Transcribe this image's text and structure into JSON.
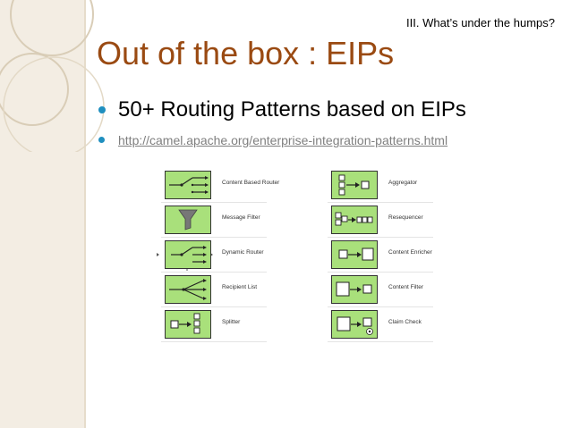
{
  "header": {
    "section": "III. What’s under the humps?"
  },
  "title": "Out of the box : EIPs",
  "bullets": [
    {
      "text": "50+ Routing Patterns based on EIPs"
    },
    {
      "text": "http://camel.apache.org/enterprise-integration-patterns.html"
    }
  ],
  "patterns": {
    "left": [
      {
        "label": "Content Based Router",
        "icon": "content-based-router-icon"
      },
      {
        "label": "Message Filter",
        "icon": "message-filter-icon"
      },
      {
        "label": "Dynamic Router",
        "icon": "dynamic-router-icon"
      },
      {
        "label": "Recipient List",
        "icon": "recipient-list-icon"
      },
      {
        "label": "Splitter",
        "icon": "splitter-icon"
      }
    ],
    "right": [
      {
        "label": "Aggregator",
        "icon": "aggregator-icon"
      },
      {
        "label": "Resequencer",
        "icon": "resequencer-icon"
      },
      {
        "label": "Content Enricher",
        "icon": "content-enricher-icon"
      },
      {
        "label": "Content Filter",
        "icon": "content-filter-icon"
      },
      {
        "label": "Claim Check",
        "icon": "claim-check-icon"
      }
    ]
  },
  "colors": {
    "title": "#9a4a12",
    "bullet": "#1f8fbf",
    "link": "#7f7f7f",
    "icon_fill": "#a9e07b",
    "band": "#f3ede3"
  }
}
